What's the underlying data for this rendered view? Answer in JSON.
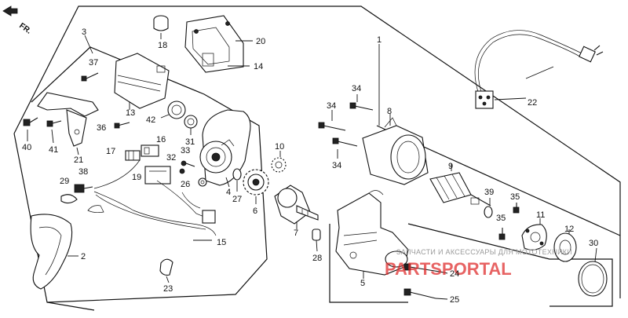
{
  "direction_marker": {
    "text": "FR."
  },
  "callouts": {
    "c1": "1",
    "c2": "2",
    "c3": "3",
    "c4": "4",
    "c5": "5",
    "c6": "6",
    "c7": "7",
    "c8": "8",
    "c9": "9",
    "c10": "10",
    "c11": "11",
    "c12": "12",
    "c13": "13",
    "c14": "14",
    "c15": "15",
    "c16": "16",
    "c17": "17",
    "c18": "18",
    "c19": "19",
    "c20": "20",
    "c21": "21",
    "c22": "22",
    "c23": "23",
    "c24": "24",
    "c25": "25",
    "c26": "26",
    "c27": "27",
    "c28": "28",
    "c29": "29",
    "c30": "30",
    "c31": "31",
    "c32": "32",
    "c33": "33",
    "c34a": "34",
    "c34b": "34",
    "c34c": "34",
    "c35a": "35",
    "c35b": "35",
    "c36": "36",
    "c37": "37",
    "c38": "38",
    "c39": "39",
    "c40": "40",
    "c41": "41",
    "c42": "42"
  },
  "watermark": {
    "caption": "ЗАПЧАСТИ И АКСЕССУАРЫ ДЛЯ МОТОТЕХНИКИ",
    "logo_text": "PARTSPORTAL"
  },
  "colors": {
    "line": "#111111",
    "background": "#ffffff",
    "watermark_red": "#e03030",
    "watermark_gray": "#9a9a9a"
  }
}
